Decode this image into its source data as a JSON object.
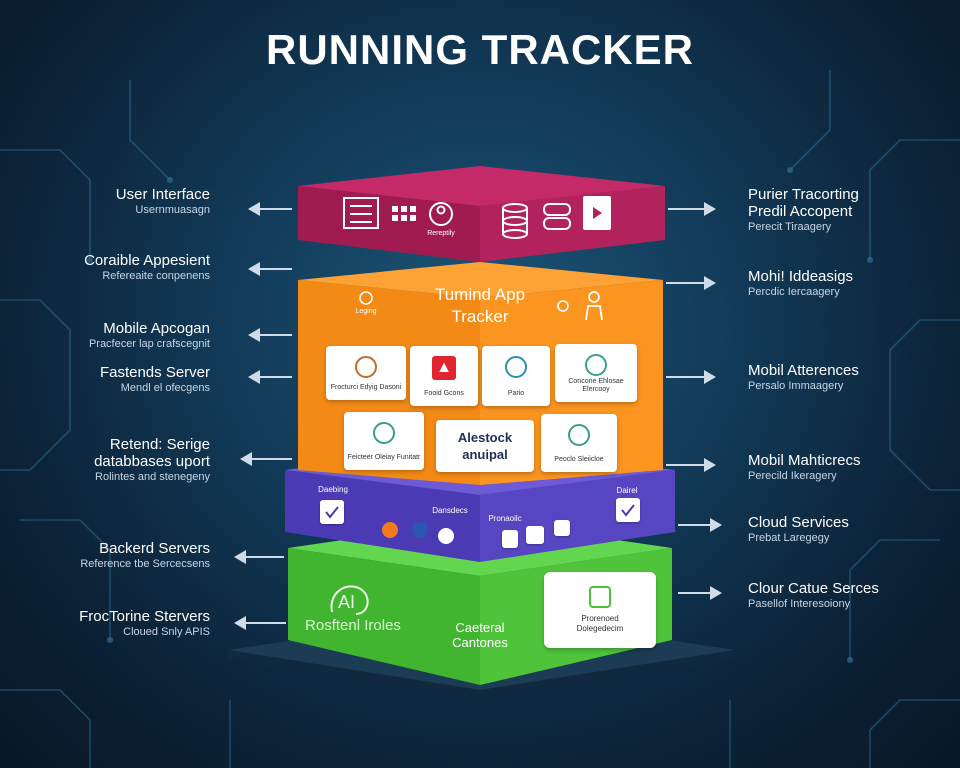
{
  "title": "Running Tracker",
  "colors": {
    "ui_layer": "#b31f59",
    "app_layer": "#f7931e",
    "data_layer": "#5747c4",
    "server_layer": "#4bc23a"
  },
  "left_labels": [
    {
      "main": "User Interface",
      "sub": "Usernmuasagn"
    },
    {
      "main": "Coraible Appesient",
      "sub": "Refereaite conpenens"
    },
    {
      "main": "Mobile Apcogan",
      "sub": "Pracfecer lap crafscegnit"
    },
    {
      "main": "Fastends Server",
      "sub": "Mendl el ofecgens"
    },
    {
      "main": "Retend: Serige",
      "main2": "databbases uport",
      "sub": "Rolintes and stenegeny"
    },
    {
      "main": "Backerd Servers",
      "sub": "Reference tbe Sercecsens"
    },
    {
      "main": "FrocTorine Stervers",
      "sub": "Cloued Snly APIS"
    }
  ],
  "right_labels": [
    {
      "main": "Purier Tracorting",
      "main2": "Predil Accopent",
      "sub": "Perecit Tiraagery"
    },
    {
      "main": "Mohi! Iddeasigs",
      "sub": "Percdic Iercaagery"
    },
    {
      "main": "Mobil Atterences",
      "sub": "Persalo Immaagery"
    },
    {
      "main": "Mobil Mahticrecs",
      "sub": "Perecild Ikeragery"
    },
    {
      "main": "Cloud Services",
      "sub": "Prebat Laregegy"
    },
    {
      "main": "Clour Catue Serces",
      "sub": "Pasellof Interesoiony"
    }
  ],
  "layers": {
    "ui": {
      "icon_caption": "Rereptily"
    },
    "app": {
      "title_line1": "Tumind App",
      "title_line2": "Tracker",
      "small_left": "Leging",
      "cards_row1": [
        {
          "caption": "Frocturci Edyig Dasoni"
        },
        {
          "caption": "Fooid Gcons"
        },
        {
          "caption": "Pario"
        },
        {
          "caption": "Concone Ehlosae Elercooy"
        }
      ],
      "cards_row2": [
        {
          "caption": "Feicteer Oleiay Funitatr"
        },
        {
          "caption_line1": "Alestock",
          "caption_line2": "anuipal"
        },
        {
          "caption": "Peoclo Sleiicloe"
        }
      ]
    },
    "data": {
      "label_left": "Daebing",
      "label_mid": "Dansdecs",
      "label_mid2": "Pronaoilc",
      "label_right": "Dairel"
    },
    "server": {
      "left_line1": "Rosftenl",
      "left_line2": "Iroles",
      "mid_line1": "Caeteral",
      "mid_line2": "Cantones",
      "card_line1": "Prorenoed",
      "card_line2": "Dolegedecim"
    }
  }
}
